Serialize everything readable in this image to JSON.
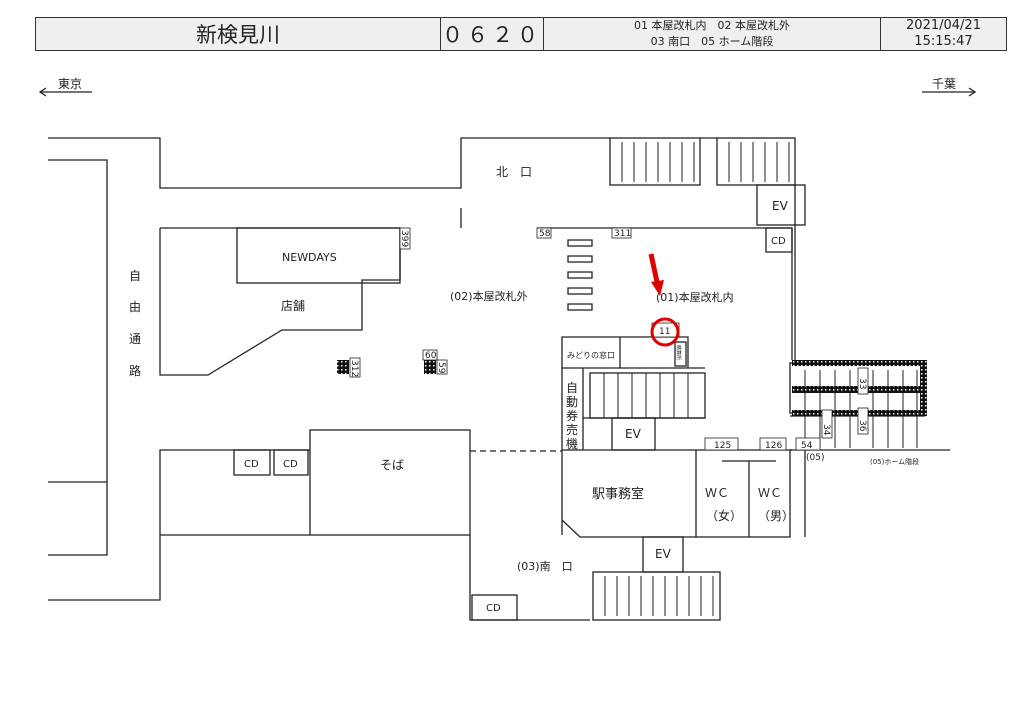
{
  "header": {
    "station_name": "新検見川",
    "station_code": "０６２０",
    "legend_line1": "01 本屋改札内　02 本屋改札外",
    "legend_line2": "03 南口　05 ホーム階段",
    "date": "2021/04/21",
    "time": "15:15:47"
  },
  "directions": {
    "west": "東京",
    "east": "千葉"
  },
  "areas": {
    "north_exit": "北　口",
    "newdays": "NEWDAYS",
    "shop": "店舗",
    "free_passage": [
      "自",
      "由",
      "通",
      "路"
    ],
    "gate_outside": "(02)本屋改札外",
    "gate_inside": "(01)本屋改札内",
    "midori": "みどりの窓口",
    "ticket_machines": [
      "自",
      "動",
      "券",
      "売",
      "機"
    ],
    "station_office": "駅事務室",
    "wc_female": [
      "ＷＣ",
      "（女）"
    ],
    "wc_male": [
      "ＷＣ",
      "（男）"
    ],
    "soba": "そば",
    "south_exit": "(03)南　口",
    "platform_stairs_code": "(05)",
    "platform_stairs": "(05)ホーム階段",
    "office_small": "精算所"
  },
  "facilities": {
    "ev": "EV",
    "cd": "CD"
  },
  "markers": [
    "58",
    "311",
    "399",
    "11",
    "312",
    "60",
    "59",
    "125",
    "126",
    "54",
    "33",
    "34",
    "36"
  ],
  "highlight": {
    "marker": "11",
    "color": "#e00000"
  }
}
